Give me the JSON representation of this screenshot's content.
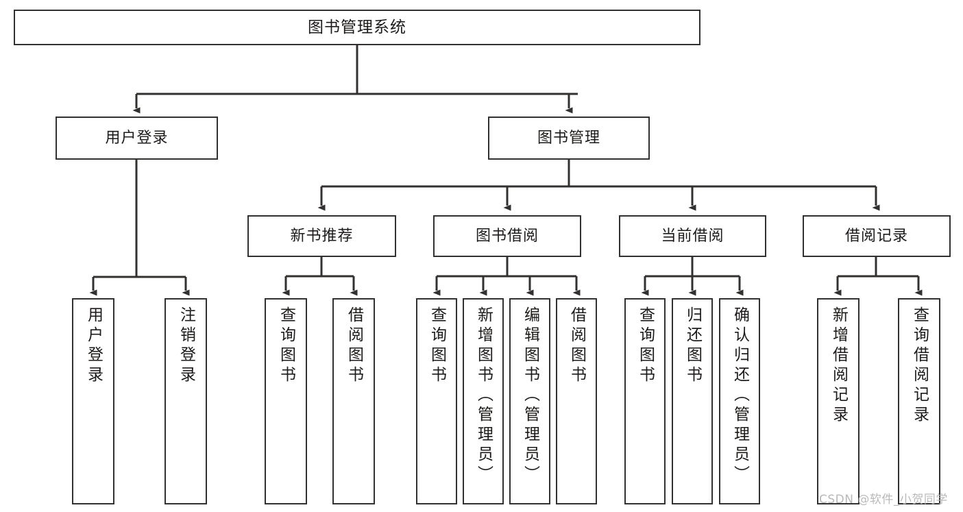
{
  "diagram": {
    "type": "tree",
    "title": "图书管理系统",
    "root": {
      "label": "图书管理系统"
    },
    "level2": [
      {
        "label": "用户登录"
      },
      {
        "label": "图书管理"
      }
    ],
    "level3": [
      {
        "label": "新书推荐"
      },
      {
        "label": "图书借阅"
      },
      {
        "label": "当前借阅"
      },
      {
        "label": "借阅记录"
      }
    ],
    "leaves": {
      "user_login": [
        {
          "label": "用户登录"
        },
        {
          "label": "注销登录"
        }
      ],
      "new_book_recommend": [
        {
          "label": "查询图书"
        },
        {
          "label": "借阅图书"
        }
      ],
      "book_borrow": [
        {
          "label": "查询图书"
        },
        {
          "label": "新增图书（管理员）"
        },
        {
          "label": "编辑图书（管理员）"
        },
        {
          "label": "借阅图书"
        }
      ],
      "current_borrow": [
        {
          "label": "查询图书"
        },
        {
          "label": "归还图书"
        },
        {
          "label": "确认归还（管理员）"
        }
      ],
      "borrow_record": [
        {
          "label": "新增借阅记录"
        },
        {
          "label": "查询借阅记录"
        }
      ]
    }
  },
  "watermark": {
    "text": "CSDN @软件_小贺同学"
  },
  "colors": {
    "stroke": "#33312f",
    "text": "#1d1b1a",
    "background": "#ffffff",
    "watermark": "#b9b9b9"
  }
}
